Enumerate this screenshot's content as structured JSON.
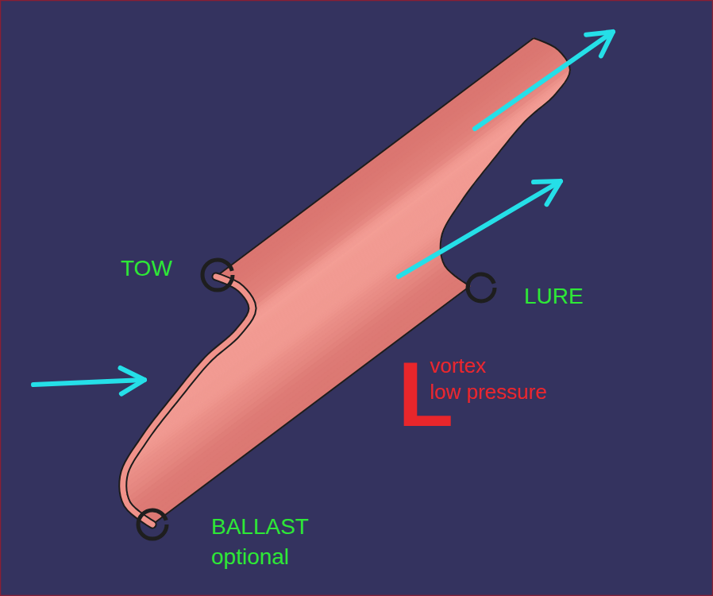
{
  "diagram": {
    "labels": [
      "TOW",
      "LURE",
      "L",
      "vortex",
      "low pressure",
      "BALLAST optional"
    ]
  }
}
